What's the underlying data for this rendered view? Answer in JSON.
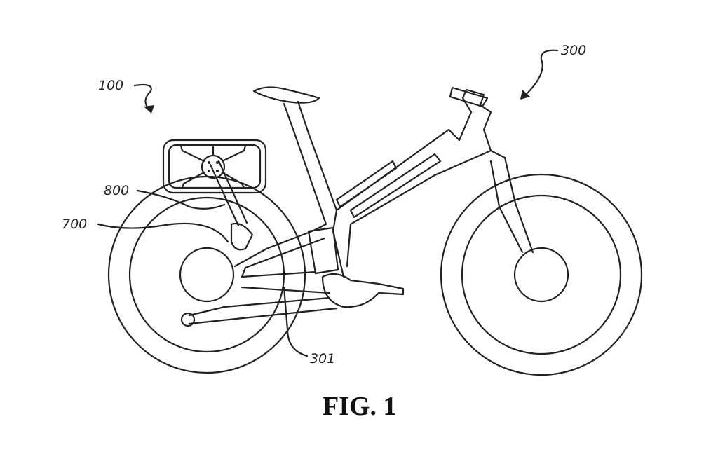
{
  "figure": {
    "caption": "FIG. 1"
  },
  "reference_numerals": {
    "system": "100",
    "bicycle": "300",
    "module": "800",
    "mount": "700",
    "frame_point": "301"
  }
}
